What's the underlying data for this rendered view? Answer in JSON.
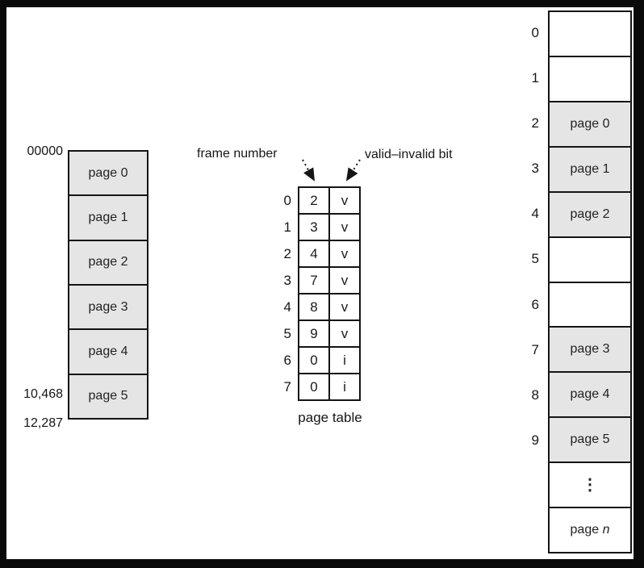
{
  "diagram": {
    "topic": "paging with valid-invalid bits"
  },
  "logical_memory": {
    "top_address": "00000",
    "bottom_addresses": [
      "10,468",
      "12,287"
    ],
    "pages": [
      "page 0",
      "page 1",
      "page 2",
      "page 3",
      "page 4",
      "page 5"
    ]
  },
  "page_table": {
    "caption": "page table",
    "frame_number_label": "frame number",
    "valid_invalid_label": "valid–invalid bit",
    "rows": [
      {
        "index": "0",
        "frame": "2",
        "bit": "v"
      },
      {
        "index": "1",
        "frame": "3",
        "bit": "v"
      },
      {
        "index": "2",
        "frame": "4",
        "bit": "v"
      },
      {
        "index": "3",
        "frame": "7",
        "bit": "v"
      },
      {
        "index": "4",
        "frame": "8",
        "bit": "v"
      },
      {
        "index": "5",
        "frame": "9",
        "bit": "v"
      },
      {
        "index": "6",
        "frame": "0",
        "bit": "i"
      },
      {
        "index": "7",
        "frame": "0",
        "bit": "i"
      }
    ]
  },
  "physical_memory": {
    "frames": [
      {
        "index": "0",
        "label": "",
        "filled": false
      },
      {
        "index": "1",
        "label": "",
        "filled": false
      },
      {
        "index": "2",
        "label": "page 0",
        "filled": true
      },
      {
        "index": "3",
        "label": "page 1",
        "filled": true
      },
      {
        "index": "4",
        "label": "page 2",
        "filled": true
      },
      {
        "index": "5",
        "label": "",
        "filled": false
      },
      {
        "index": "6",
        "label": "",
        "filled": false
      },
      {
        "index": "7",
        "label": "page 3",
        "filled": true
      },
      {
        "index": "8",
        "label": "page 4",
        "filled": true
      },
      {
        "index": "9",
        "label": "page 5",
        "filled": true
      },
      {
        "index": "",
        "label": "⋮",
        "filled": false
      },
      {
        "index": "",
        "label_prefix": "page ",
        "label_var": "n",
        "filled": false
      }
    ]
  },
  "colors": {
    "page_fill": "#e5e5e5",
    "border": "#141414",
    "background": "#ffffff",
    "outer_frame": "#0a0a0a"
  }
}
